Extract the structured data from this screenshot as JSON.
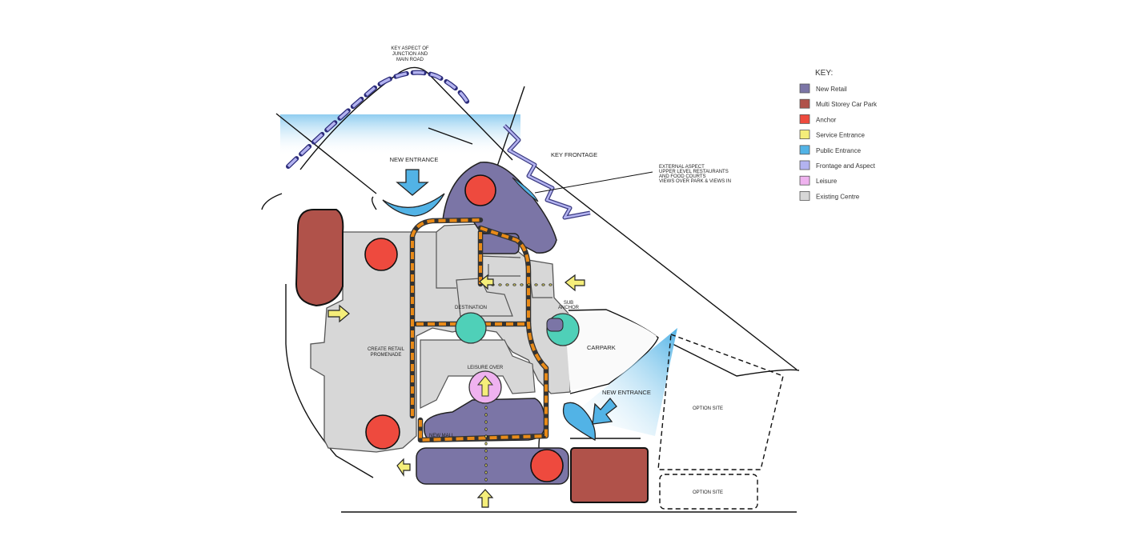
{
  "labels": {
    "key_aspect": [
      "KEY ASPECT OF",
      "JUNCTION AND",
      "MAIN ROAD"
    ],
    "new_entrance_top": "NEW ENTRANCE",
    "key_frontage": "KEY FRONTAGE",
    "external_aspect": [
      "EXTERNAL ASPECT",
      "UPPER LEVEL RESTAURANTS",
      "AND FOOD COURTS",
      "VIEWS OVER PARK & VIEWS IN"
    ],
    "destination": "DESTINATION",
    "sub_anchor": [
      "SUB",
      "ANCHOR"
    ],
    "carpark": "CARPARK",
    "create_retail": [
      "CREATE RETAIL",
      "PROMENADE"
    ],
    "leisure_over": "LEISURE OVER",
    "new_entrance_bottom": "NEW ENTRANCE",
    "new_mall": "NEW MALL",
    "option_site_1": "OPTION SITE",
    "option_site_2": "OPTION SITE"
  },
  "key": {
    "title": "KEY:",
    "items": [
      {
        "label": "New Retail",
        "color": "#7b75a6"
      },
      {
        "label": "Multi Storey Car Park",
        "color": "#b0524a"
      },
      {
        "label": "Anchor",
        "color": "#ee4a3e"
      },
      {
        "label": "Service Entrance",
        "color": "#f5ee7a"
      },
      {
        "label": "Public Entrance",
        "color": "#52b3e6"
      },
      {
        "label": "Frontage and Aspect",
        "color": "#b3b3f0"
      },
      {
        "label": "Leisure",
        "color": "#efb2ef"
      },
      {
        "label": "Existing Centre",
        "color": "#d7d7d7"
      }
    ]
  }
}
